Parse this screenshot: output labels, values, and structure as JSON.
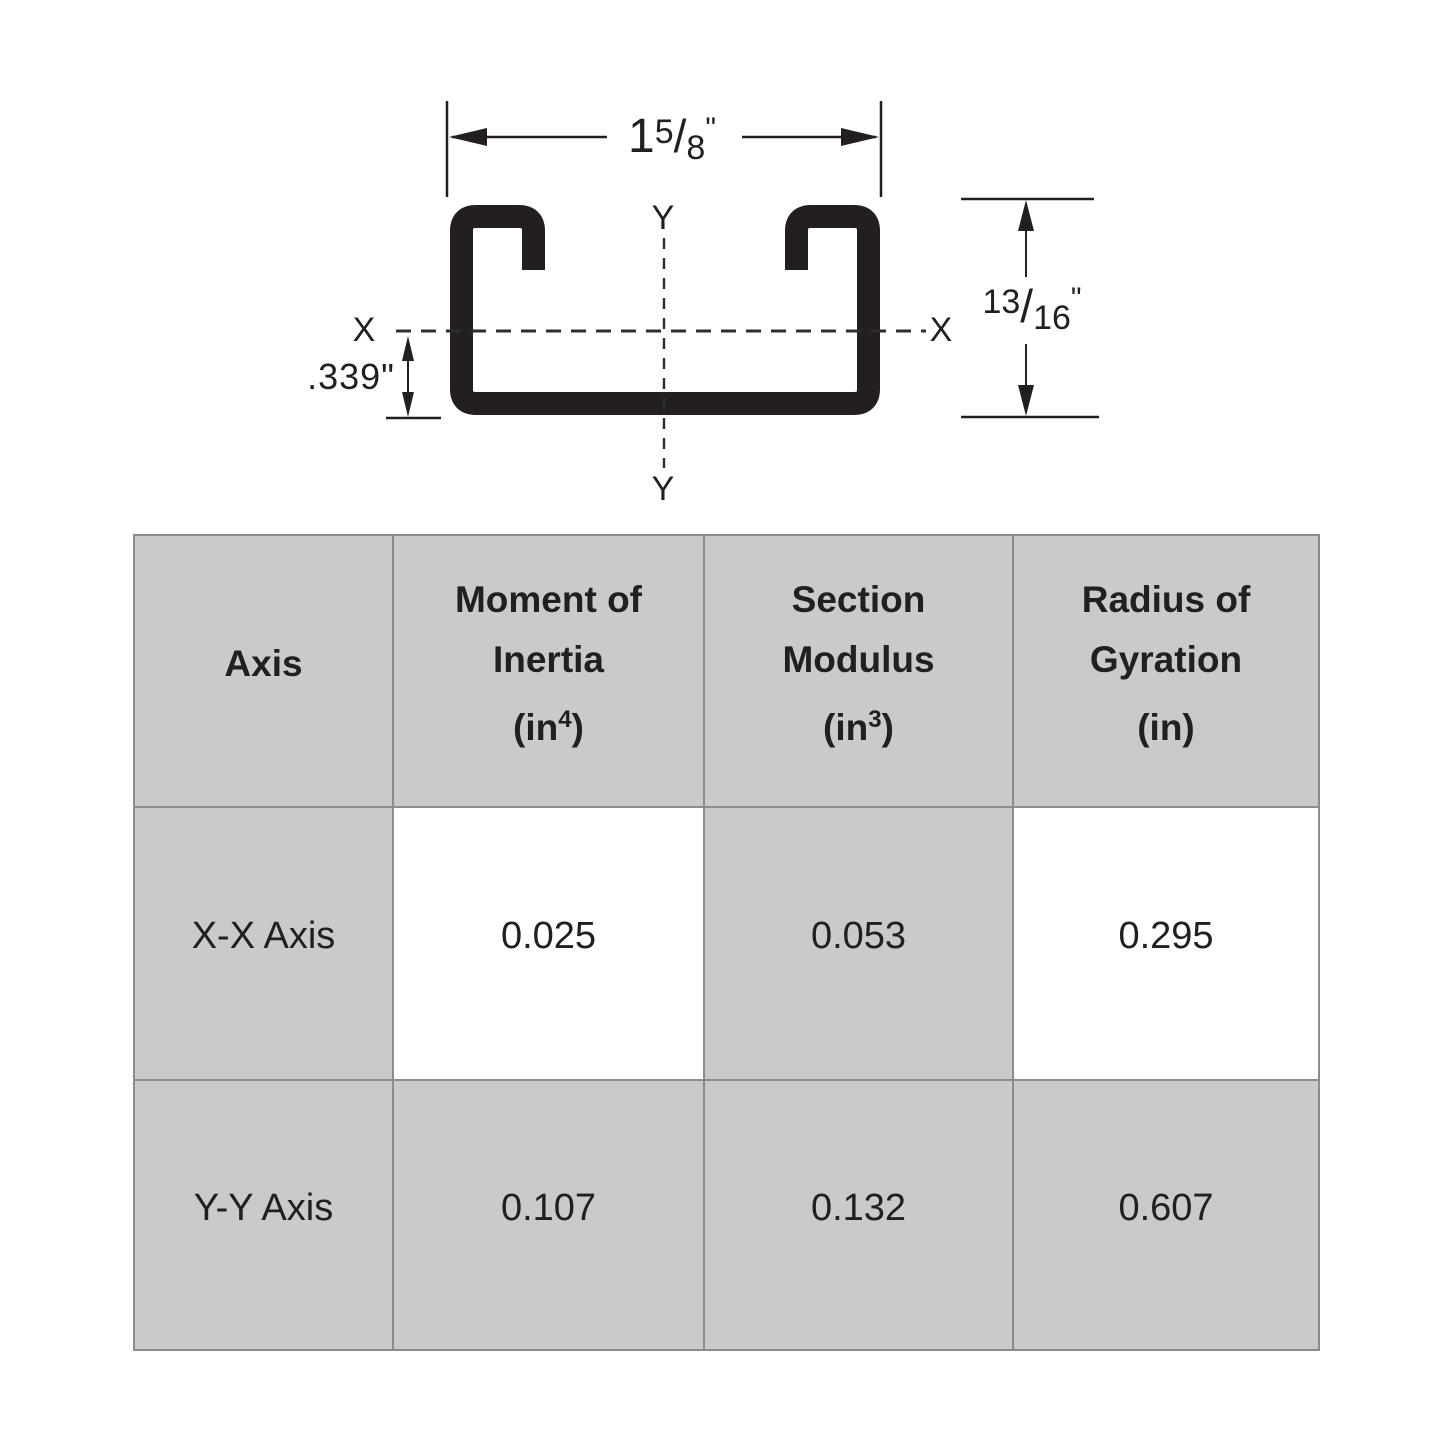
{
  "diagram": {
    "width_dim": {
      "whole": "1",
      "numerator": "5",
      "slash": "/",
      "denominator": "8",
      "unit": "\""
    },
    "height_dim": {
      "numerator": "13",
      "slash": "/",
      "denominator": "16",
      "unit": "\""
    },
    "offset_dim": ".339\"",
    "axis_x_label": "X",
    "axis_y_label": "Y"
  },
  "table": {
    "headers": [
      {
        "line1": "Axis",
        "line2": "",
        "unit_pre": "",
        "unit_sup": "",
        "unit_post": ""
      },
      {
        "line1": "Moment of",
        "line2": "Inertia",
        "unit_pre": "(in",
        "unit_sup": "4",
        "unit_post": ")"
      },
      {
        "line1": "Section",
        "line2": "Modulus",
        "unit_pre": "(in",
        "unit_sup": "3",
        "unit_post": ")"
      },
      {
        "line1": "Radius of",
        "line2": "Gyration",
        "unit_pre": "(in)",
        "unit_sup": "",
        "unit_post": ""
      }
    ],
    "rows": [
      {
        "axis": "X-X Axis",
        "moment_of_inertia": "0.025",
        "section_modulus": "0.053",
        "radius_of_gyration": "0.295"
      },
      {
        "axis": "Y-Y Axis",
        "moment_of_inertia": "0.107",
        "section_modulus": "0.132",
        "radius_of_gyration": "0.607"
      }
    ]
  },
  "colors": {
    "ink": "#231f20",
    "cell_gray": "#cacaca",
    "cell_white": "#ffffff",
    "table_border": "#8c8c8c"
  }
}
